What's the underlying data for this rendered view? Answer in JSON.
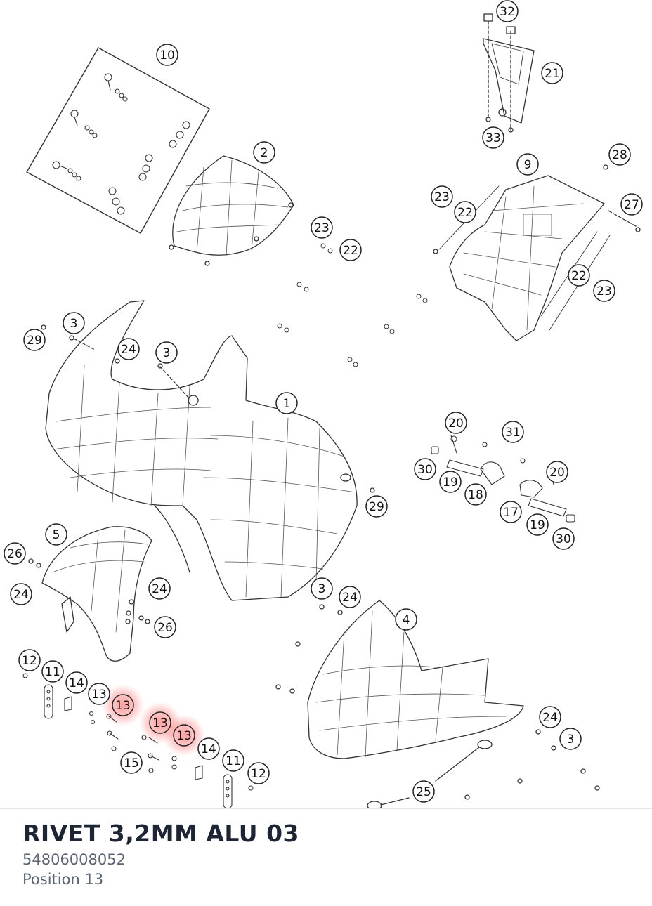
{
  "part": {
    "title": "RIVET 3,2MM ALU 03",
    "number": "54806008052",
    "position": "Position 13"
  },
  "diagram": {
    "highlight_color": "#ff6b6b",
    "highlighted_callout": "13",
    "callouts": [
      {
        "id": "c32",
        "label": "32"
      },
      {
        "id": "c21",
        "label": "21"
      },
      {
        "id": "c33",
        "label": "33"
      },
      {
        "id": "c10",
        "label": "10"
      },
      {
        "id": "c2",
        "label": "2"
      },
      {
        "id": "c9",
        "label": "9"
      },
      {
        "id": "c28",
        "label": "28"
      },
      {
        "id": "c27",
        "label": "27"
      },
      {
        "id": "c23a",
        "label": "23"
      },
      {
        "id": "c22a",
        "label": "22"
      },
      {
        "id": "c23b",
        "label": "23"
      },
      {
        "id": "c22b",
        "label": "22"
      },
      {
        "id": "c22c",
        "label": "22"
      },
      {
        "id": "c23c",
        "label": "23"
      },
      {
        "id": "c3a",
        "label": "3"
      },
      {
        "id": "c29a",
        "label": "29"
      },
      {
        "id": "c24a",
        "label": "24"
      },
      {
        "id": "c3b",
        "label": "3"
      },
      {
        "id": "c1",
        "label": "1"
      },
      {
        "id": "c20a",
        "label": "20"
      },
      {
        "id": "c31",
        "label": "31"
      },
      {
        "id": "c30a",
        "label": "30"
      },
      {
        "id": "c19a",
        "label": "19"
      },
      {
        "id": "c18",
        "label": "18"
      },
      {
        "id": "c20b",
        "label": "20"
      },
      {
        "id": "c17",
        "label": "17"
      },
      {
        "id": "c19b",
        "label": "19"
      },
      {
        "id": "c30b",
        "label": "30"
      },
      {
        "id": "c29b",
        "label": "29"
      },
      {
        "id": "c5",
        "label": "5"
      },
      {
        "id": "c26a",
        "label": "26"
      },
      {
        "id": "c24b",
        "label": "24"
      },
      {
        "id": "c24c",
        "label": "24"
      },
      {
        "id": "c26b",
        "label": "26"
      },
      {
        "id": "c3c",
        "label": "3"
      },
      {
        "id": "c24d",
        "label": "24"
      },
      {
        "id": "c4",
        "label": "4"
      },
      {
        "id": "c12a",
        "label": "12"
      },
      {
        "id": "c11a",
        "label": "11"
      },
      {
        "id": "c14a",
        "label": "14"
      },
      {
        "id": "c13a",
        "label": "13"
      },
      {
        "id": "c13b",
        "label": "13"
      },
      {
        "id": "c13c",
        "label": "13"
      },
      {
        "id": "c13d",
        "label": "13"
      },
      {
        "id": "c14b",
        "label": "14"
      },
      {
        "id": "c15",
        "label": "15"
      },
      {
        "id": "c11b",
        "label": "11"
      },
      {
        "id": "c12b",
        "label": "12"
      },
      {
        "id": "c24e",
        "label": "24"
      },
      {
        "id": "c3d",
        "label": "3"
      },
      {
        "id": "c25",
        "label": "25"
      }
    ]
  }
}
